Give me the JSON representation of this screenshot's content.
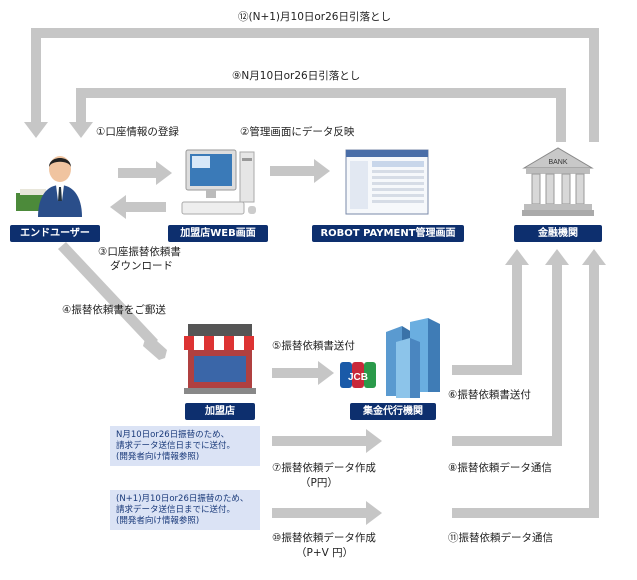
{
  "flows": {
    "f12": "⑫(N+1)月10日or26日引落とし",
    "f9": "⑨N月10日or26日引落とし",
    "f1": "①口座情報の登録",
    "f2": "②管理画面にデータ反映",
    "f3_line1": "③口座振替依頼書",
    "f3_line2": "ダウンロード",
    "f4": "④振替依頼書をご郵送",
    "f5": "⑤振替依頼書送付",
    "f6": "⑥振替依頼書送付",
    "f7_line1": "⑦振替依頼データ作成",
    "f7_line2": "（P円）",
    "f8": "⑧振替依頼データ通信",
    "f10_line1": "⑩振替依頼データ作成",
    "f10_line2": "（P+V 円）",
    "f11": "⑪振替依頼データ通信"
  },
  "nodes": {
    "end_user": "エンドユーザー",
    "web_screen": "加盟店WEB画面",
    "robot_payment": "ROBOT PAYMENT管理画面",
    "bank": "金融機関",
    "bank_sign": "BANK",
    "store": "加盟店",
    "collection_agency": "集金代行機関",
    "jcb": "JCB"
  },
  "notes": {
    "note1": [
      "N月10日or26日振替のため、",
      "請求データ送信日までに送付。",
      "(開発者向け情報参照)"
    ],
    "note2": [
      "(N+1)月10日or26日振替のため、",
      "請求データ送信日までに送付。",
      "(開発者向け情報参照)"
    ]
  },
  "colors": {
    "arrow": "#c8c8c8",
    "label_bg": "#0d2f6e",
    "note_bg": "#dbe3f5"
  }
}
